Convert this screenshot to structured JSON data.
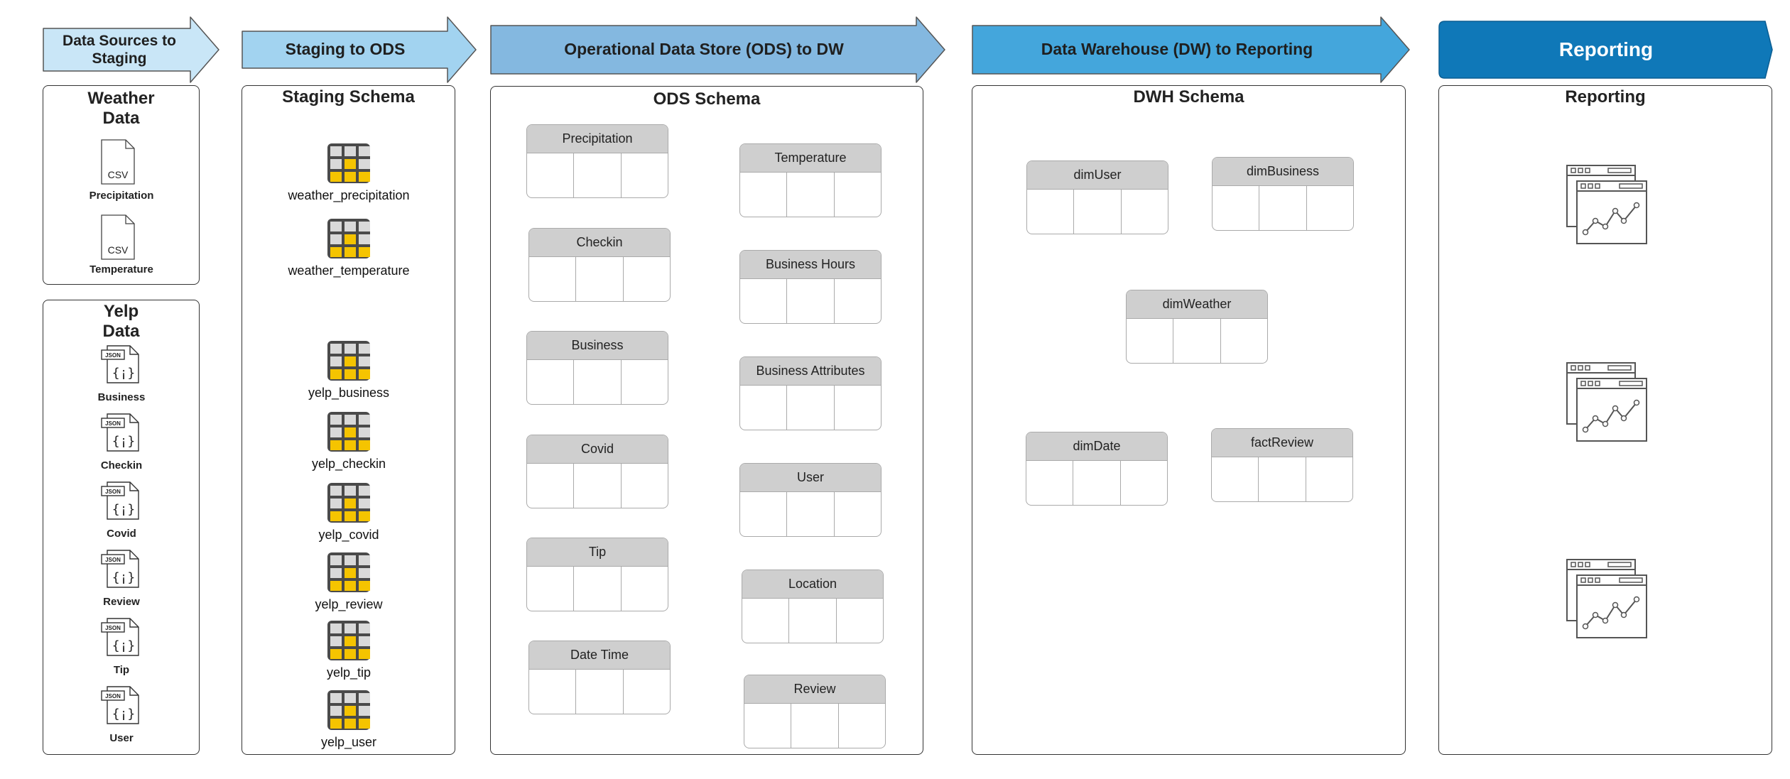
{
  "colors": {
    "stage1": "#c9e6f7",
    "stage2": "#a2d3f0",
    "stage3": "#84b8e0",
    "stage4": "#44a6dc",
    "stage5": "#0f78b8",
    "entity_header": "#cfcfcf",
    "table_icon_yellow": "#f5c400",
    "table_icon_grey": "#d9d9d9"
  },
  "stages": [
    {
      "label": "Data Sources to Staging"
    },
    {
      "label": "Staging to ODS"
    },
    {
      "label": "Operational Data Store (ODS) to DW"
    },
    {
      "label": "Data Warehouse (DW) to Reporting"
    },
    {
      "label": "Reporting"
    }
  ],
  "sources": {
    "weather": {
      "title": "Weather Data",
      "files": [
        {
          "badge": "CSV",
          "label": "Precipitation",
          "icon": "csv-file-icon"
        },
        {
          "badge": "CSV",
          "label": "Temperature",
          "icon": "csv-file-icon"
        }
      ]
    },
    "yelp": {
      "title": "Yelp Data",
      "files": [
        {
          "badge": "JSON",
          "label": "Business",
          "icon": "json-file-icon"
        },
        {
          "badge": "JSON",
          "label": "Checkin",
          "icon": "json-file-icon"
        },
        {
          "badge": "JSON",
          "label": "Covid",
          "icon": "json-file-icon"
        },
        {
          "badge": "JSON",
          "label": "Review",
          "icon": "json-file-icon"
        },
        {
          "badge": "JSON",
          "label": "Tip",
          "icon": "json-file-icon"
        },
        {
          "badge": "JSON",
          "label": "User",
          "icon": "json-file-icon"
        }
      ]
    }
  },
  "staging": {
    "title": "Staging Schema",
    "tables": [
      "weather_precipitation",
      "weather_temperature",
      "yelp_business",
      "yelp_checkin",
      "yelp_covid",
      "yelp_review",
      "yelp_tip",
      "yelp_user"
    ]
  },
  "ods": {
    "title": "ODS Schema",
    "left": [
      "Precipitation",
      "Checkin",
      "Business",
      "Covid",
      "Tip",
      "Date Time"
    ],
    "right": [
      "Temperature",
      "Business Hours",
      "Business Attributes",
      "User",
      "Location",
      "Review"
    ]
  },
  "dwh": {
    "title": "DWH Schema",
    "tables": [
      "dimUser",
      "dimBusiness",
      "dimWeather",
      "dimDate",
      "factReview"
    ]
  },
  "reporting": {
    "title": "Reporting",
    "icon": "dashboard-chart-icon"
  }
}
